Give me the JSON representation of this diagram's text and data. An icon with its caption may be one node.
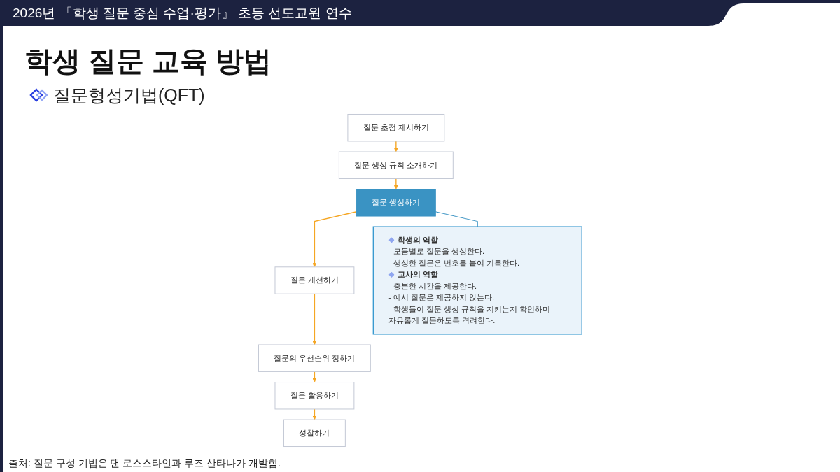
{
  "diagram": {
    "title": "학생 질문 교육 방법",
    "caption": "출처: 질문 구성 기법은 댄 로스스타인과 루즈 산타나가 개발함.",
    "nodes": [
      {
        "text": [
          "질문 초점 제시하기"
        ]
      },
      {
        "text": [
          "질문 생성 규칙 소개하기"
        ]
      },
      {
        "text": [
          "질문 생성하기"
        ]
      },
      {
        "text": [
          "질문 개선하기"
        ]
      },
      {
        "text": [
          "질문의 우선순위 정하기"
        ]
      },
      {
        "text": [
          "질문 활용하기"
        ]
      },
      {
        "text": [
          "성찰하기"
        ]
      },
      {
        "text": [
          "학생의 역할",
          "- 모둠별로 질문을 생성한다.",
          "- 생성한 질문은 번호를 붙여 기록한다.",
          "교사의 역할",
          "- 충분한 시간을 제공한다.",
          "- 예시 질문은 제공하지 않는다.",
          "- 학생들이 질문 생성 규칙을 지키는지 확인하며 자유롭게 질문하도록 격려한다."
        ]
      }
    ],
    "edges": [
      {
        "from": 0,
        "to": 1,
        "arrow": "to"
      },
      {
        "from": 1,
        "to": 2,
        "arrow": "to"
      },
      {
        "from": 2,
        "to": 3,
        "arrow": "to"
      },
      {
        "from": 3,
        "to": 4,
        "arrow": "to"
      },
      {
        "from": 4,
        "to": 5,
        "arrow": "to"
      },
      {
        "from": 5,
        "to": 6,
        "arrow": "to"
      },
      {
        "from": 2,
        "to": 7,
        "arrow": "none",
        "color": "#3a93c3"
      }
    ],
    "labels": [
      "2026년 『학생 질문 중심 수업·평가』 초등 선도교원 연수",
      "질문형성기법(QFT)"
    ]
  }
}
